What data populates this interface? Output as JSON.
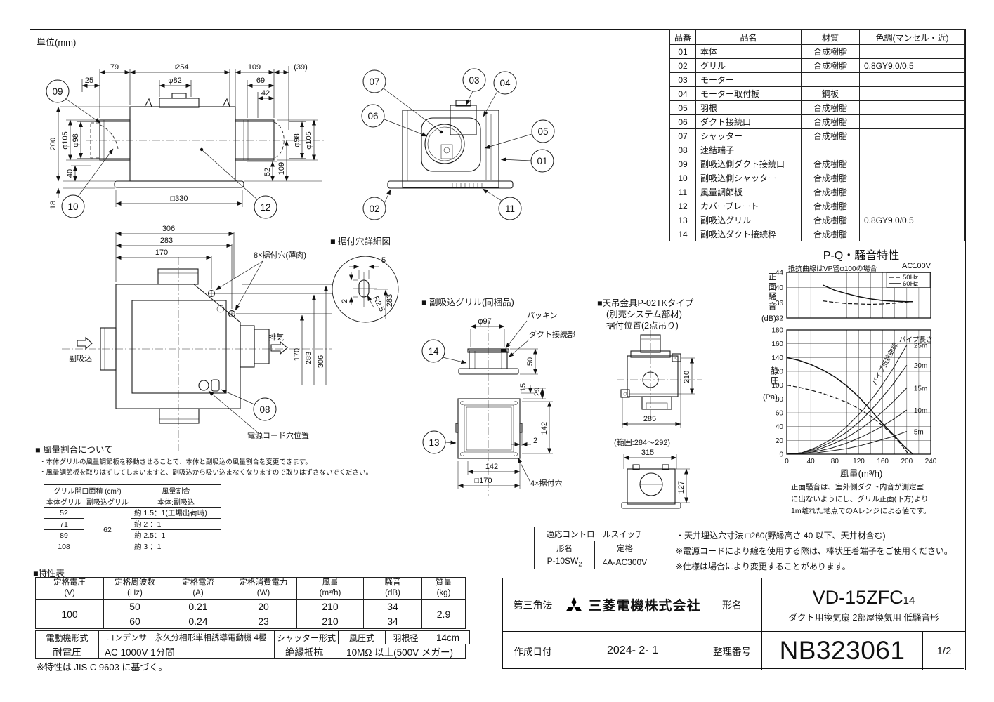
{
  "doc": {
    "unit_label": "単位(mm)",
    "ink": "#1a1a1a",
    "paper": "#ffffff"
  },
  "parts_table": {
    "headers": [
      "品番",
      "品名",
      "材質",
      "色調(マンセル・近)"
    ],
    "rows": [
      [
        "01",
        "本体",
        "合成樹脂",
        ""
      ],
      [
        "02",
        "グリル",
        "合成樹脂",
        "0.8GY9.0/0.5"
      ],
      [
        "03",
        "モーター",
        "",
        ""
      ],
      [
        "04",
        "モーター取付板",
        "鋼板",
        ""
      ],
      [
        "05",
        "羽根",
        "合成樹脂",
        ""
      ],
      [
        "06",
        "ダクト接続口",
        "合成樹脂",
        ""
      ],
      [
        "07",
        "シャッター",
        "合成樹脂",
        ""
      ],
      [
        "08",
        "速結端子",
        "",
        ""
      ],
      [
        "09",
        "副吸込側ダクト接続口",
        "合成樹脂",
        ""
      ],
      [
        "10",
        "副吸込側シャッター",
        "合成樹脂",
        ""
      ],
      [
        "11",
        "風量調節板",
        "合成樹脂",
        ""
      ],
      [
        "12",
        "カバープレート",
        "合成樹脂",
        ""
      ],
      [
        "13",
        "副吸込グリル",
        "合成樹脂",
        "0.8GY9.0/0.5"
      ],
      [
        "14",
        "副吸込ダクト接続枠",
        "合成樹脂",
        ""
      ]
    ]
  },
  "side_view": {
    "dims": {
      "top1": "79",
      "top2": "□254",
      "top3": "109",
      "top4": "(39)",
      "mid1": "25",
      "mid2": "φ82",
      "mid3": "69",
      "mid4": "42",
      "left1": "200",
      "left2": "φ105",
      "left3": "φ98",
      "left4": "40",
      "left5": "18",
      "bottom": "□330",
      "right1": "φ98",
      "right2": "φ105",
      "right3": "52",
      "right4": "109"
    },
    "callouts": {
      "c09": "09",
      "c10": "10",
      "c12": "12"
    }
  },
  "cutaway": {
    "callouts": {
      "c01": "01",
      "c02": "02",
      "c03": "03",
      "c04": "04",
      "c05": "05",
      "c06": "06",
      "c07": "07",
      "c11": "11"
    }
  },
  "bottom_view": {
    "dims": {
      "h306": "306",
      "h283": "283",
      "h170": "170",
      "v170": "170",
      "v283": "283",
      "v306": "306"
    },
    "labels": {
      "holes": "8×据付穴(薄肉)",
      "exhaust": "排気",
      "intake": "副吸込",
      "cord": "電源コード穴位置"
    },
    "callout": "08"
  },
  "hole_detail": {
    "title": "■ 据付穴詳細図",
    "dims": {
      "w": "5",
      "h": "2",
      "r": "R2.5",
      "pitch": "283"
    }
  },
  "sub_grille": {
    "title": "■ 副吸込グリル(同梱品)",
    "labels": {
      "packing": "パッキン",
      "duct": "ダクト接続部",
      "holes": "4×据付穴"
    },
    "dims": {
      "dia": "φ97",
      "h50": "50",
      "h15": "15",
      "h29": "29",
      "w142r": "142",
      "w2": "2",
      "w142b": "142",
      "w170": "□170"
    },
    "callouts": {
      "c13": "13",
      "c14": "14"
    }
  },
  "hanger": {
    "title1": "■天吊金具P-02TKタイプ",
    "title2": "(別売システム部材)",
    "title3": "据付位置(2点吊り)",
    "dims": {
      "d210": "210",
      "d285": "285",
      "range": "(範囲:284～292)",
      "d315": "315",
      "d127": "127"
    }
  },
  "chart": {
    "title": "P-Q・騒音特性",
    "subtitle": "抵抗曲線はVP管φ100の場合",
    "voltage": "AC100V",
    "xlabel": "風量(m³/h)",
    "y1label": "正面騒音",
    "y1unit": "(dB)",
    "y2label": "静圧",
    "y2unit": "(Pa)",
    "note_lines": [
      "正面騒音は、室外側ダクト内音が測定室",
      "に出ないようにし、グリル正面(下方)より",
      "1m離れた地点でのAレンジによる値です。"
    ]
  },
  "chart_data": [
    {
      "type": "line",
      "id": "noise",
      "title": "正面騒音(dB)",
      "xlabel": "",
      "ylabel": "正面騒音(dB)",
      "xlim": [
        0,
        240
      ],
      "ylim": [
        32,
        44
      ],
      "x_grid_step": 20,
      "y_grid_step": 4,
      "y_tick_step": 4,
      "legend_position": "top-right",
      "series": [
        {
          "name": "50Hz",
          "style": "dashed",
          "points": [
            [
              60,
              36.5
            ],
            [
              80,
              36.1
            ],
            [
              100,
              35.8
            ],
            [
              120,
              35.7
            ],
            [
              140,
              35.6
            ],
            [
              160,
              35.7
            ],
            [
              180,
              35.9
            ],
            [
              200,
              36.2
            ],
            [
              210,
              36.3
            ]
          ]
        },
        {
          "name": "60Hz",
          "style": "solid",
          "points": [
            [
              60,
              40.7
            ],
            [
              80,
              39.3
            ],
            [
              100,
              38.4
            ],
            [
              120,
              37.6
            ],
            [
              140,
              37.0
            ],
            [
              160,
              36.6
            ],
            [
              180,
              36.4
            ],
            [
              200,
              36.3
            ],
            [
              210,
              36.3
            ]
          ]
        }
      ]
    },
    {
      "type": "line",
      "id": "pq",
      "title": "静圧(Pa)",
      "xlabel": "風量(m³/h)",
      "ylabel": "静圧(Pa)",
      "xlim": [
        0,
        240
      ],
      "ylim": [
        0,
        180
      ],
      "x_grid_step": 20,
      "y_grid_step": 20,
      "x_tick_step": 40,
      "y_tick_step": 20,
      "series": [
        {
          "name": "50Hz",
          "style": "dashed",
          "points": [
            [
              0,
              100
            ],
            [
              20,
              97
            ],
            [
              40,
              93
            ],
            [
              60,
              88
            ],
            [
              80,
              82
            ],
            [
              100,
              75
            ],
            [
              120,
              66
            ],
            [
              140,
              55
            ],
            [
              160,
              41
            ],
            [
              175,
              29
            ],
            [
              190,
              15
            ],
            [
              203,
              0
            ]
          ]
        },
        {
          "name": "60Hz",
          "style": "solid",
          "points": [
            [
              0,
              140
            ],
            [
              20,
              136
            ],
            [
              40,
              130
            ],
            [
              60,
              122
            ],
            [
              80,
              112
            ],
            [
              100,
              99
            ],
            [
              120,
              83
            ],
            [
              140,
              64
            ],
            [
              160,
              44
            ],
            [
              180,
              26
            ],
            [
              195,
              12
            ],
            [
              210,
              0
            ]
          ]
        }
      ],
      "pipe_curves": [
        {
          "name": "25m",
          "points": [
            [
              0,
              0
            ],
            [
              25,
              2
            ],
            [
              50,
              10
            ],
            [
              75,
              22
            ],
            [
              100,
              40
            ],
            [
              125,
              62
            ],
            [
              150,
              89
            ],
            [
              175,
              121
            ],
            [
              200,
              158
            ]
          ]
        },
        {
          "name": "20m",
          "points": [
            [
              0,
              0
            ],
            [
              25,
              2
            ],
            [
              50,
              8
            ],
            [
              75,
              18
            ],
            [
              100,
              32
            ],
            [
              125,
              50
            ],
            [
              150,
              73
            ],
            [
              175,
              99
            ],
            [
              200,
              129
            ]
          ]
        },
        {
          "name": "15m",
          "points": [
            [
              0,
              0
            ],
            [
              25,
              2
            ],
            [
              50,
              6
            ],
            [
              75,
              14
            ],
            [
              100,
              24
            ],
            [
              125,
              38
            ],
            [
              150,
              54
            ],
            [
              175,
              74
            ],
            [
              200,
              96
            ]
          ]
        },
        {
          "name": "10m",
          "points": [
            [
              0,
              0
            ],
            [
              25,
              1
            ],
            [
              50,
              4
            ],
            [
              75,
              9
            ],
            [
              100,
              16
            ],
            [
              125,
              25
            ],
            [
              150,
              36
            ],
            [
              175,
              49
            ],
            [
              200,
              64
            ]
          ]
        },
        {
          "name": "5m",
          "points": [
            [
              0,
              0
            ],
            [
              25,
              1
            ],
            [
              50,
              2
            ],
            [
              75,
              5
            ],
            [
              100,
              8
            ],
            [
              125,
              13
            ],
            [
              150,
              19
            ],
            [
              175,
              25
            ],
            [
              200,
              33
            ]
          ]
        }
      ],
      "annotations": {
        "pipe_header": "パイプ長さ",
        "pipe_curve_label": "パイプ抵抗曲線"
      }
    }
  ],
  "airflow": {
    "header": "■ 風量割合について",
    "bullets": [
      "・本体グリルの風量調節板を移動させることで、本体と副吸込の風量割合を変更できます。",
      "・風量調節板を取りはずしてしまいますと、副吸込から吸い込まなくなりますので取りはずさないでください。"
    ],
    "table": {
      "h_area": "グリル開口面積 (cm²)",
      "h_ratio": "風量割合",
      "h_main": "本体グリル",
      "h_sub": "副吸込グリル",
      "h_ratio2": "本体:副吸込",
      "sub_value": "62",
      "rows": [
        [
          "52",
          "約 1.5：1(工場出荷時)"
        ],
        [
          "71",
          "約 2 ：1"
        ],
        [
          "89",
          "約 2.5：1"
        ],
        [
          "108",
          "約 3 ：1"
        ]
      ]
    }
  },
  "spec": {
    "header": "■特性表",
    "col_headers": [
      [
        "定格電圧",
        "(V)"
      ],
      [
        "定格周波数",
        "(Hz)"
      ],
      [
        "定格電流",
        "(A)"
      ],
      [
        "定格消費電力",
        "(W)"
      ],
      [
        "風量",
        "(m³/h)"
      ],
      [
        "騒音",
        "(dB)"
      ],
      [
        "質量",
        "(kg)"
      ]
    ],
    "voltage": "100",
    "rows": [
      [
        "50",
        "0.21",
        "20",
        "210",
        "34"
      ],
      [
        "60",
        "0.24",
        "23",
        "210",
        "34"
      ]
    ],
    "mass": "2.9",
    "motor_label": "電動機形式",
    "motor_value": "コンデンサー永久分相形単相誘導電動機 4極",
    "shutter_label": "シャッター形式",
    "shutter_value": "風圧式",
    "blade_label": "羽根径",
    "blade_value": "14cm",
    "withstand_label": "耐電圧",
    "withstand_value": "AC 1000V 1分間",
    "insul_label": "絶縁抵抗",
    "insul_value": "10MΩ 以上(500V メガー)",
    "footnote": "※特性は JIS C 9603 に基づく。"
  },
  "control_switch": {
    "title": "適応コントロールスイッチ",
    "col1": "形名",
    "col2": "定格",
    "model_main": "P-10SW",
    "model_sub": "2",
    "rating": "4A-AC300V"
  },
  "notes": [
    "・天井埋込穴寸法 □260(野縁高さ 40 以下、天井材含む)",
    "※電源コードにより線を使用する際は、棒状圧着端子をご使用ください。",
    "※仕様は場合により変更することがあります。"
  ],
  "title_block": {
    "projection": "第三角法",
    "company": "三菱電機株式会社",
    "model_label": "形名",
    "model_main": "VD-15ZFC",
    "model_sub": "14",
    "model_desc": "ダクト用換気扇 2部屋換気用 低騒音形",
    "date_label": "作成日付",
    "date": "2024- 2- 1",
    "ref_label": "整理番号",
    "ref_no": "NB323061",
    "page": "1/2"
  }
}
